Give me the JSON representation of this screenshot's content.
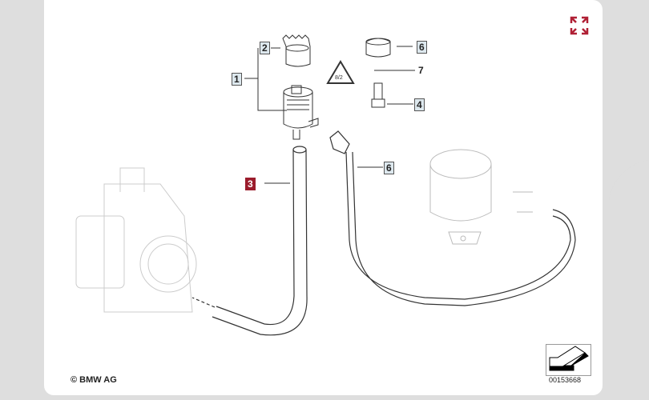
{
  "diagram": {
    "callouts": [
      {
        "id": "1",
        "label": "1"
      },
      {
        "id": "2",
        "label": "2"
      },
      {
        "id": "6a",
        "label": "6"
      },
      {
        "id": "7",
        "label": "7"
      },
      {
        "id": "4",
        "label": "4"
      },
      {
        "id": "3",
        "label": "3",
        "highlighted": true
      },
      {
        "id": "6b",
        "label": "6"
      }
    ],
    "copyright": "© BMW AG",
    "image_number": "00153668"
  },
  "icons": {
    "expand": "expand-icon",
    "navigation": "arrow-icon"
  },
  "colors": {
    "accent": "#9b1c2c",
    "callout_bg": "#dde8ee",
    "page_bg": "#dedede"
  }
}
